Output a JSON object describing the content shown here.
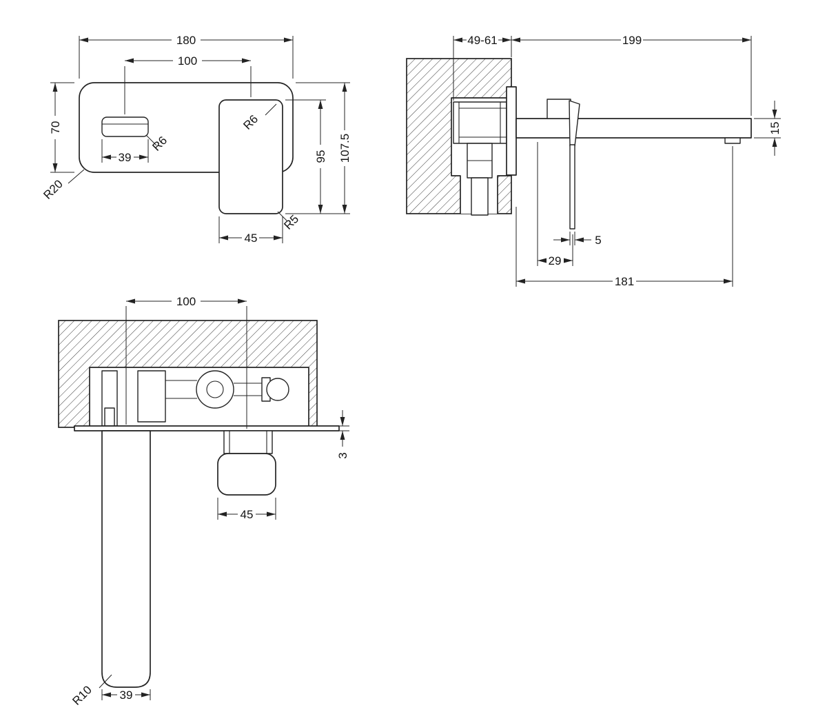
{
  "drawing": {
    "background": "#ffffff",
    "line_color": "#232323",
    "views": {
      "front": {
        "title": "front-elevation",
        "dims": {
          "plate_width": "180",
          "hole_centres": "100",
          "plate_height": "70",
          "spout_width": "39",
          "spout_radius": "R6",
          "plate_radius": "R20",
          "handle_top_radius": "R6",
          "handle_height": "95",
          "overall_height": "107.5",
          "handle_width": "45",
          "handle_bottom_radius": "R5"
        }
      },
      "side": {
        "title": "side-section",
        "dims": {
          "wall_thickness_range": "49-61",
          "spout_projection": "199",
          "spout_height": "15",
          "lever_thickness": "5",
          "lever_offset": "29",
          "lower_projection": "181"
        }
      },
      "plan": {
        "title": "plan-view",
        "dims": {
          "hole_centres": "100",
          "plate_thickness": "3",
          "handle_width": "45",
          "spout_radius": "R10",
          "spout_width": "39"
        }
      }
    }
  }
}
